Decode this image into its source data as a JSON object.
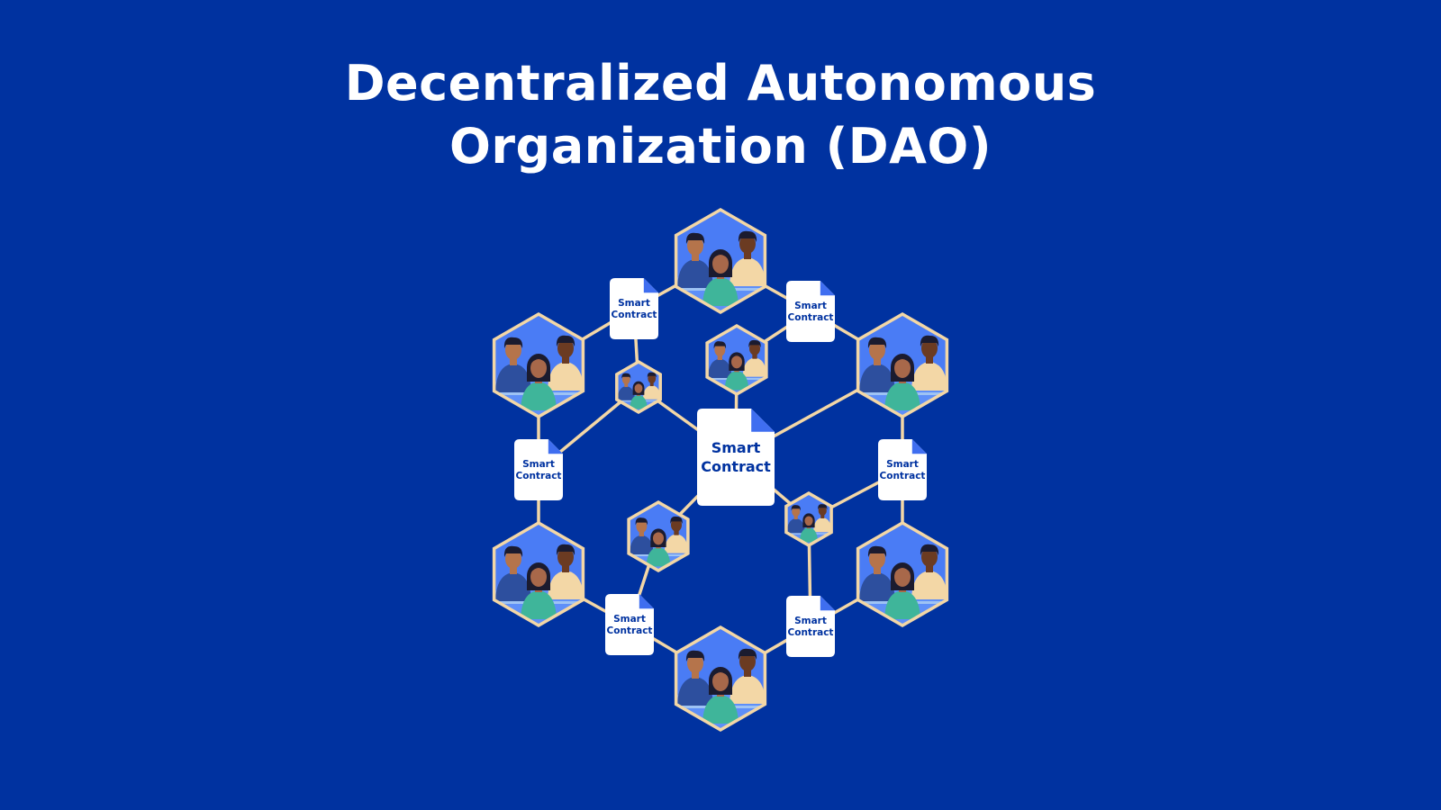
{
  "title": {
    "line1": "Decentralized Autonomous",
    "line2": "Organization (DAO)"
  },
  "diagram": {
    "center_doc_label": [
      "Smart",
      "Contract"
    ],
    "doc_label": [
      "Smart",
      "Contract"
    ],
    "colors": {
      "background": "#0032a0",
      "hex_fill": "#4a7cf5",
      "hex_border": "#f3d7a6",
      "doc_fill": "#ffffff",
      "doc_fold": "#3f6ef0",
      "doc_text": "#0032a0",
      "connector": "#f3d7a6"
    },
    "icons": [
      "people-group-icon",
      "document-icon"
    ]
  }
}
